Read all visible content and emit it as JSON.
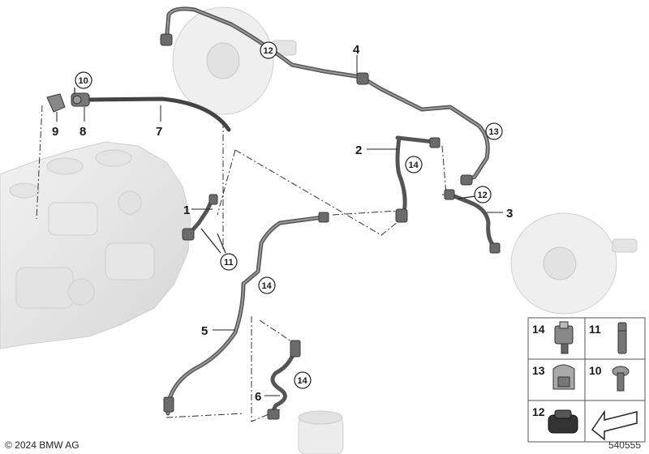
{
  "diagram": {
    "callouts": [
      "1",
      "2",
      "3",
      "4",
      "5",
      "6",
      "7",
      "8",
      "9"
    ],
    "circled": [
      "10",
      "11",
      "12",
      "12",
      "13",
      "14",
      "14",
      "14"
    ],
    "legend": [
      {
        "num": "14",
        "item": "clip-bracket"
      },
      {
        "num": "11",
        "item": "pin"
      },
      {
        "num": "13",
        "item": "hose-clip"
      },
      {
        "num": "10",
        "item": "screw"
      },
      {
        "num": "12",
        "item": "grommet"
      },
      {
        "num": "",
        "item": "direction-arrow"
      }
    ]
  },
  "footer": {
    "copyright": "© 2024 BMW AG",
    "doc_number": "540555"
  }
}
